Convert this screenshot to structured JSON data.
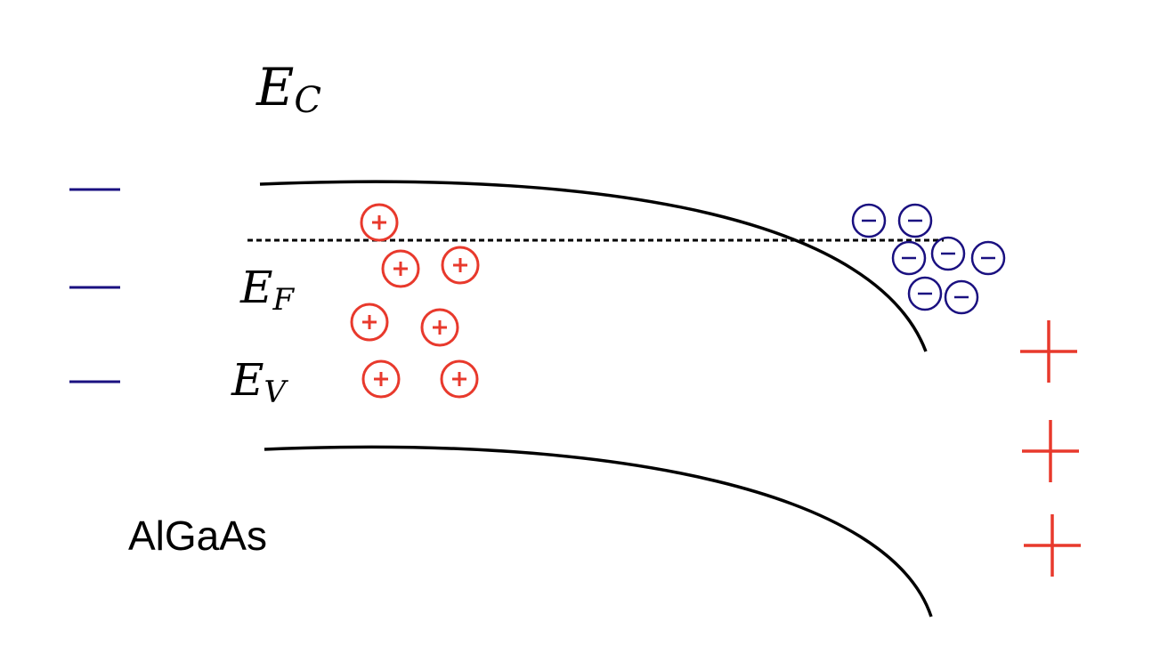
{
  "labels": {
    "ec": {
      "main": "E",
      "sub": "C"
    },
    "ef": {
      "main": "E",
      "sub": "F"
    },
    "ev": {
      "main": "E",
      "sub": "V"
    },
    "material": "AlGaAs"
  },
  "colors": {
    "hole": "#e8392c",
    "electron": "#1a1080",
    "band": "#000000"
  },
  "icons": {
    "hole": "plus-in-circle",
    "electron": "minus-in-circle",
    "donor": "plus",
    "acceptor": "dash"
  }
}
